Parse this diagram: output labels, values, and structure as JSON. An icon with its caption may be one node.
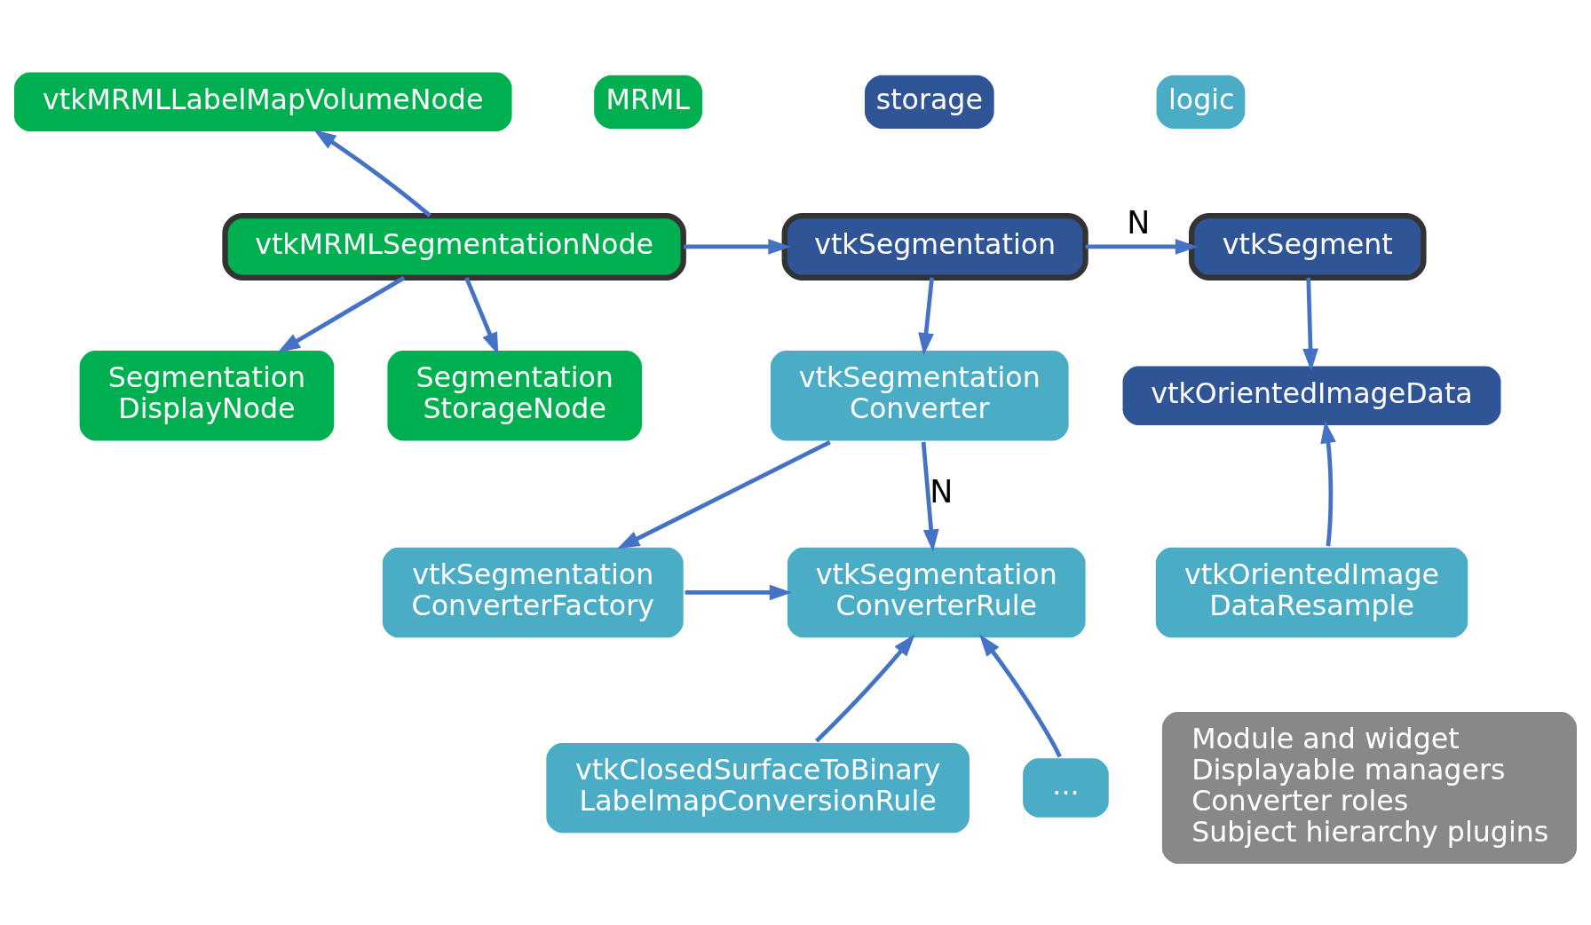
{
  "diagram": {
    "nodes": [
      {
        "text": [
          "vtkMRMLLabelMapVolumeNode"
        ]
      },
      {
        "text": [
          "vtkMRMLSegmentationNode"
        ]
      },
      {
        "text": [
          "vtkSegmentation"
        ]
      },
      {
        "text": [
          "vtkSegment"
        ]
      },
      {
        "text": [
          "Segmentation DisplayNode"
        ]
      },
      {
        "text": [
          "Segmentation StorageNode"
        ]
      },
      {
        "text": [
          "vtkSegmentation Converter"
        ]
      },
      {
        "text": [
          "vtkOrientedImageData"
        ]
      },
      {
        "text": [
          "vtkSegmentation ConverterFactory"
        ]
      },
      {
        "text": [
          "vtkSegmentation ConverterRule"
        ]
      },
      {
        "text": [
          "vtkOrientedImage DataResample"
        ]
      },
      {
        "text": [
          "vtkClosedSurfaceToBinary LabelmapConversionRule"
        ]
      },
      {
        "text": [
          "..."
        ]
      },
      {
        "text": [
          "Module and widget",
          "Displayable managers",
          "Converter roles",
          "Subject hierarchy plugins"
        ]
      }
    ],
    "edges": [
      {
        "from": 1,
        "to": 0,
        "arrow": "to"
      },
      {
        "from": 1,
        "to": 2,
        "arrow": "to"
      },
      {
        "from": 2,
        "to": 3,
        "arrow": "to",
        "label": "N"
      },
      {
        "from": 1,
        "to": 4,
        "arrow": "to"
      },
      {
        "from": 1,
        "to": 5,
        "arrow": "to"
      },
      {
        "from": 2,
        "to": 6,
        "arrow": "to"
      },
      {
        "from": 3,
        "to": 7,
        "arrow": "to"
      },
      {
        "from": 6,
        "to": 8,
        "arrow": "to"
      },
      {
        "from": 6,
        "to": 9,
        "arrow": "to",
        "label": "N"
      },
      {
        "from": 8,
        "to": 9,
        "arrow": "to"
      },
      {
        "from": 10,
        "to": 7,
        "arrow": "to"
      },
      {
        "from": 11,
        "to": 9,
        "arrow": "to"
      },
      {
        "from": 12,
        "to": 9,
        "arrow": "to"
      }
    ],
    "legend": [
      {
        "text": "MRML",
        "color": "#00b050"
      },
      {
        "text": "storage",
        "color": "#2f5597"
      },
      {
        "text": "logic",
        "color": "#4bacc6"
      }
    ]
  }
}
